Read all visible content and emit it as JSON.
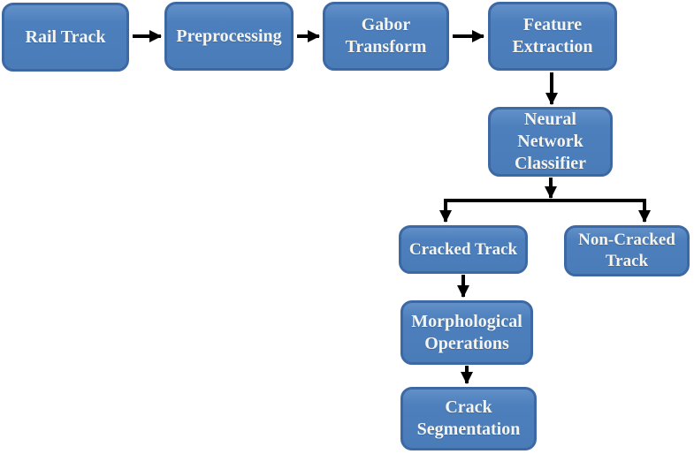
{
  "diagram": {
    "type": "flowchart",
    "nodes": [
      {
        "id": "rail-track",
        "label": "Rail Track"
      },
      {
        "id": "preprocessing",
        "label": "Preprocessing"
      },
      {
        "id": "gabor-transform",
        "label": "Gabor Transform"
      },
      {
        "id": "feature-extraction",
        "label": "Feature Extraction"
      },
      {
        "id": "neural-network-classifier",
        "label": "Neural Network Classifier"
      },
      {
        "id": "cracked-track",
        "label": "Cracked Track"
      },
      {
        "id": "non-cracked-track",
        "label": "Non-Cracked Track"
      },
      {
        "id": "morphological-operations",
        "label": "Morphological Operations"
      },
      {
        "id": "crack-segmentation",
        "label": "Crack Segmentation"
      }
    ],
    "edges": [
      {
        "from": "rail-track",
        "to": "preprocessing"
      },
      {
        "from": "preprocessing",
        "to": "gabor-transform"
      },
      {
        "from": "gabor-transform",
        "to": "feature-extraction"
      },
      {
        "from": "feature-extraction",
        "to": "neural-network-classifier"
      },
      {
        "from": "neural-network-classifier",
        "to": "cracked-track"
      },
      {
        "from": "neural-network-classifier",
        "to": "non-cracked-track"
      },
      {
        "from": "cracked-track",
        "to": "morphological-operations"
      },
      {
        "from": "morphological-operations",
        "to": "crack-segmentation"
      }
    ],
    "colors": {
      "node_fill": "#4a7cb8",
      "node_border": "#3c69a5",
      "node_text": "#f5f4ef",
      "arrow": "#000000",
      "background": "#ffffff"
    }
  }
}
